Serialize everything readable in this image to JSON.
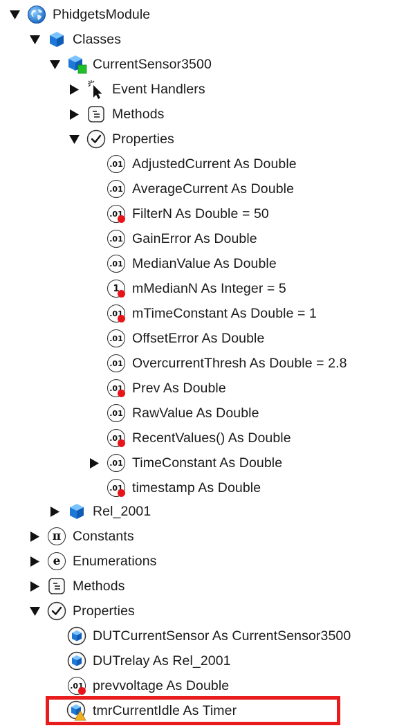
{
  "tree": {
    "root": "PhidgetsModule",
    "classes": "Classes",
    "current_sensor": "CurrentSensor3500",
    "event_handlers": "Event Handlers",
    "methods_inner": "Methods",
    "properties_inner": "Properties",
    "properties": [
      {
        "label": "AdjustedCurrent As Double",
        "icon": ".01",
        "private": false
      },
      {
        "label": "AverageCurrent As Double",
        "icon": ".01",
        "private": false
      },
      {
        "label": "FilterN As Double = 50",
        "icon": ".01",
        "private": true
      },
      {
        "label": "GainError As Double",
        "icon": ".01",
        "private": false
      },
      {
        "label": "MedianValue As Double",
        "icon": ".01",
        "private": false
      },
      {
        "label": "mMedianN As Integer = 5",
        "icon": "1",
        "private": true
      },
      {
        "label": "mTimeConstant As Double = 1",
        "icon": ".01",
        "private": true
      },
      {
        "label": "OffsetError As Double",
        "icon": ".01",
        "private": false
      },
      {
        "label": "OvercurrentThresh As Double = 2.8",
        "icon": ".01",
        "private": false
      },
      {
        "label": "Prev As Double",
        "icon": ".01",
        "private": true
      },
      {
        "label": "RawValue As Double",
        "icon": ".01",
        "private": false
      },
      {
        "label": "RecentValues() As Double",
        "icon": ".01",
        "private": true
      },
      {
        "label": "TimeConstant As Double",
        "icon": ".01",
        "private": false
      },
      {
        "label": "timestamp As Double",
        "icon": ".01",
        "private": true
      }
    ],
    "rel": "Rel_2001",
    "constants": "Constants",
    "enumerations": "Enumerations",
    "methods_outer": "Methods",
    "properties_outer": "Properties",
    "module_properties": [
      {
        "label": "DUTCurrentSensor As CurrentSensor3500"
      },
      {
        "label": "DUTrelay As Rel_2001"
      },
      {
        "label": "prevvoltage As Double",
        "icon": ".01"
      },
      {
        "label": "tmrCurrentIdle As Timer"
      }
    ]
  },
  "icon_glyphs": {
    "constants": "π",
    "enumerations": "e"
  },
  "colors": {
    "highlight": "#e81c1c",
    "private_dot": "#e8141a",
    "class_blue": "#1f7fe0",
    "class_green": "#1fbf2a",
    "warning": "#f0b020"
  }
}
